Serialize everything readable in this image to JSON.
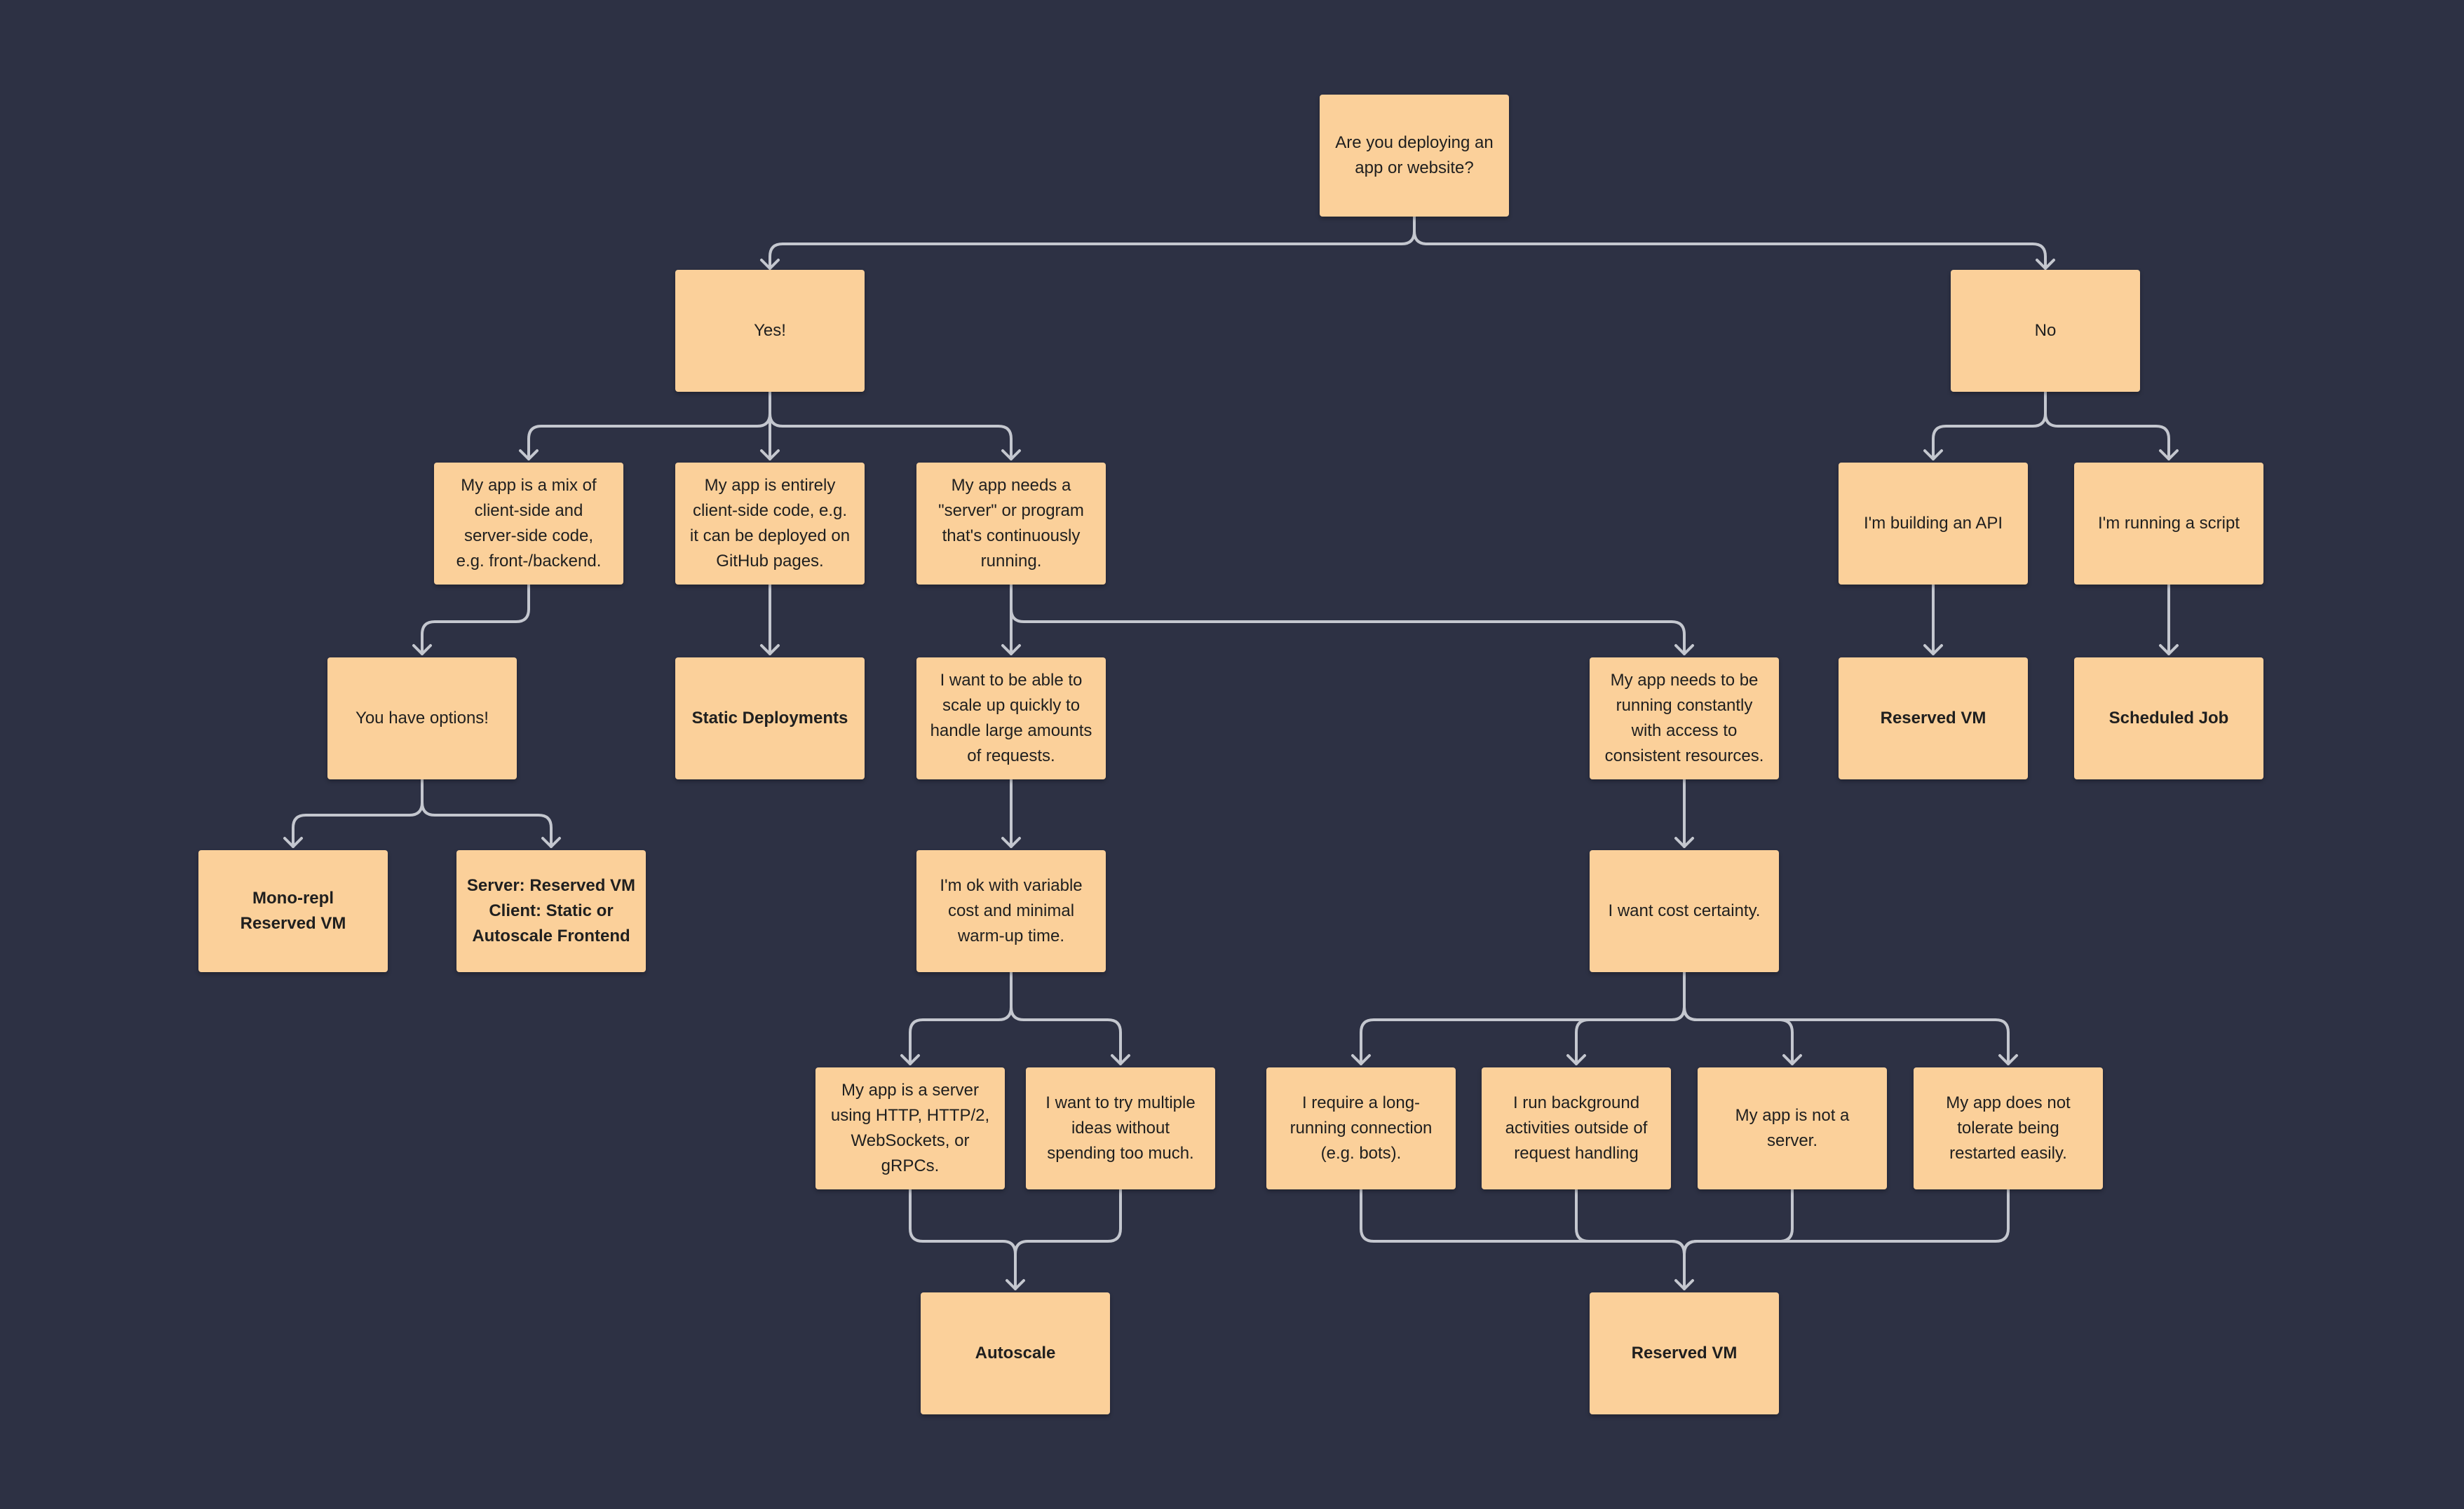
{
  "colors": {
    "background": "#2d3144",
    "node": "#fbd09a",
    "connector": "#c4c7cf",
    "text": "#1f1f1f"
  },
  "nodes": {
    "root": "Are you deploying an\napp or website?",
    "yes": "Yes!",
    "no": "No",
    "mix": "My app is a mix of\nclient-side and\nserver-side code,\ne.g. front-/backend.",
    "client": "My app is entirely\nclient-side code, e.g.\nit can be deployed on\nGitHub pages.",
    "server_program": "My app needs a\n\"server\" or  program\nthat's continuously\nrunning.",
    "api": "I'm building an API",
    "script": "I'm running a script",
    "options": "You have options!",
    "static": "Static Deployments",
    "scale": "I want to be able to\nscale up quickly to\nhandle large amounts\nof requests.",
    "constant": "My app needs to be\nrunning constantly\nwith access to\nconsistent resources.",
    "reserved_api": "Reserved VM",
    "scheduled": "Scheduled Job",
    "monorepl": "Mono-repl\nReserved VM",
    "split": "Server: Reserved VM\nClient: Static or\nAutoscale Frontend",
    "variable": "I'm ok with variable\ncost and minimal\nwarm-up time.",
    "certainty": "I want cost certainty.",
    "http": "My app is a server\nusing HTTP, HTTP/2,\nWebSockets, or\ngRPCs.",
    "ideas": "I want to try multiple\nideas without\nspending too much.",
    "longrun": "I require a long-\nrunning connection\n(e.g. bots).",
    "background": "I run background\nactivities outside of\nrequest handling",
    "notserver": "My app is not a\nserver.",
    "restart": "My app does not\ntolerate being\nrestarted easily.",
    "autoscale": "Autoscale",
    "reserved_final": "Reserved VM"
  }
}
